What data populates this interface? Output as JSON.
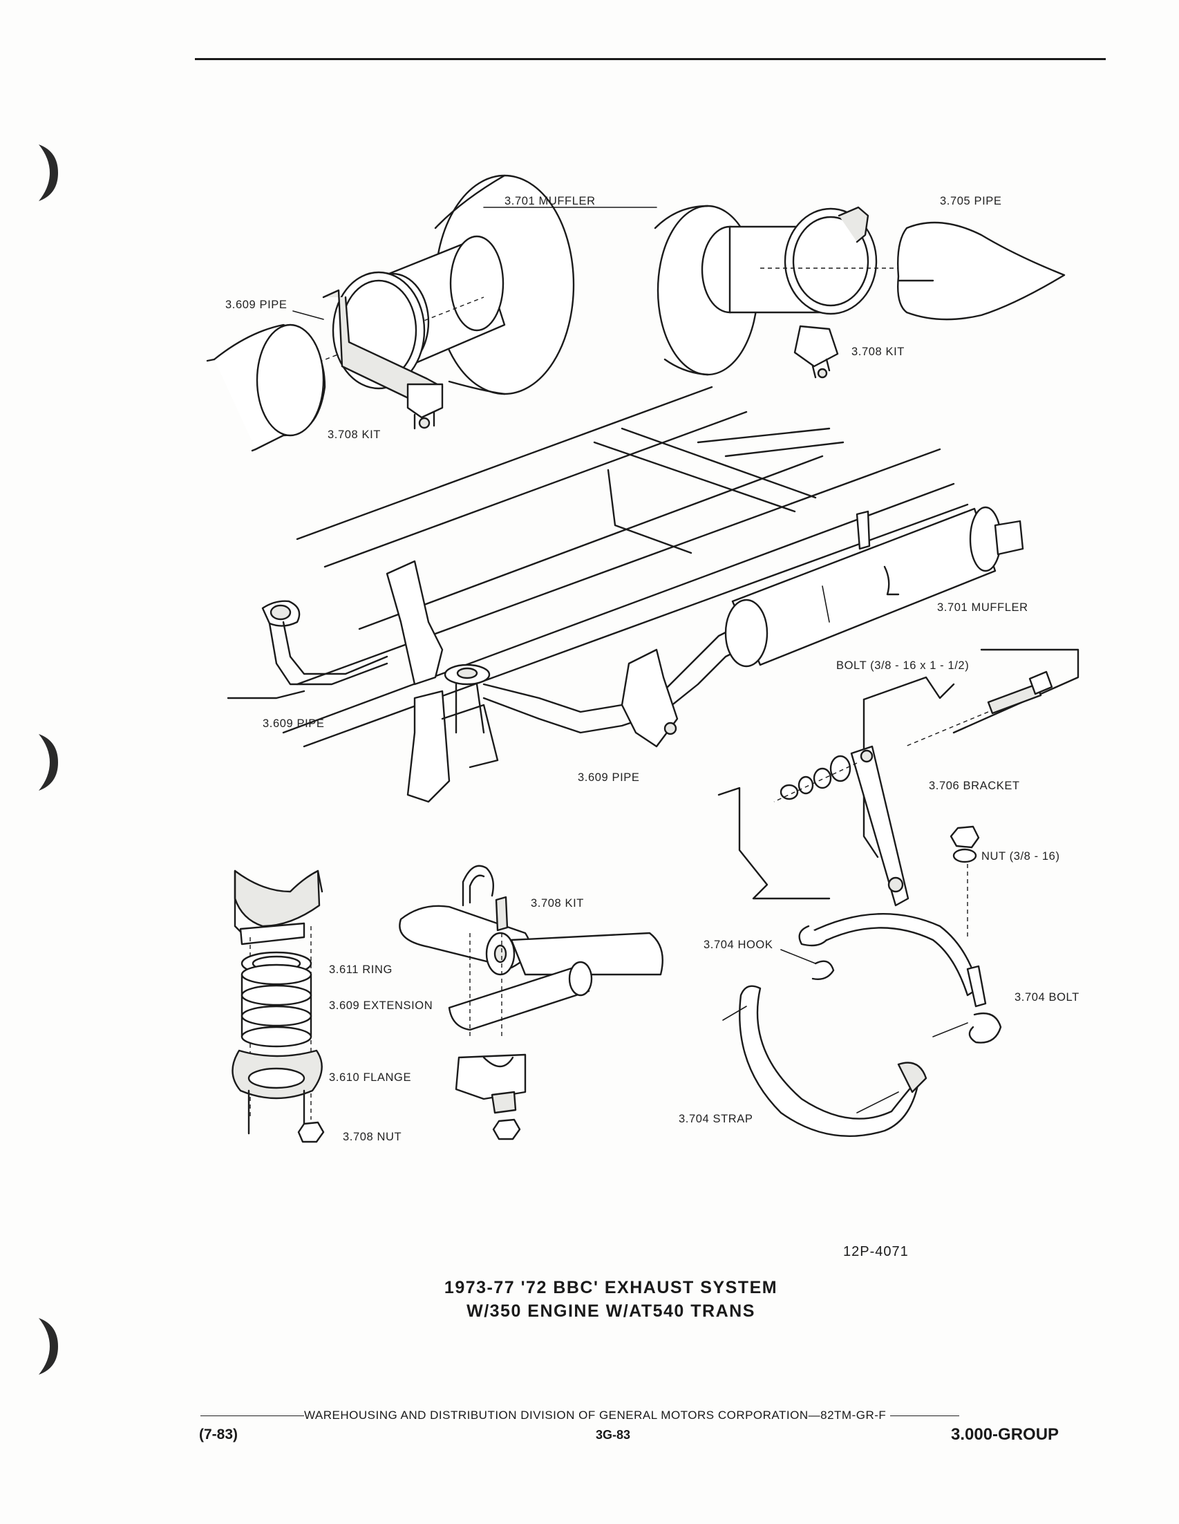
{
  "figure": {
    "labels": {
      "muffler_top": "3.701 MUFFLER",
      "pipe_top_right": "3.705 PIPE",
      "pipe_top_left": "3.609 PIPE",
      "kit_top_right": "3.708 KIT",
      "kit_top_left": "3.708 KIT",
      "muffler_mid": "3.701 MUFFLER",
      "bolt_spec": "BOLT (3/8 - 16 x 1 - 1/2)",
      "pipe_mid_left": "3.609 PIPE",
      "pipe_mid_center": "3.609 PIPE",
      "bracket": "3.706 BRACKET",
      "nut_spec": "NUT (3/8 - 16)",
      "kit_lower": "3.708 KIT",
      "hook": "3.704 HOOK",
      "ring": "3.611 RING",
      "extension": "3.609 EXTENSION",
      "bolt_lower": "3.704 BOLT",
      "flange": "3.610 FLANGE",
      "strap": "3.704 STRAP",
      "nut_lower": "3.708 NUT"
    },
    "code": "12P-4071"
  },
  "title": {
    "line1": "1973-77 '72 BBC' EXHAUST SYSTEM",
    "line2": "W/350 ENGINE W/AT540 TRANS"
  },
  "footer": {
    "division": "WAREHOUSING AND DISTRIBUTION  DIVISION OF GENERAL MOTORS CORPORATION—82TM-GR-F",
    "date": "(7-83)",
    "page": "3G-83",
    "group": "3.000-GROUP"
  }
}
